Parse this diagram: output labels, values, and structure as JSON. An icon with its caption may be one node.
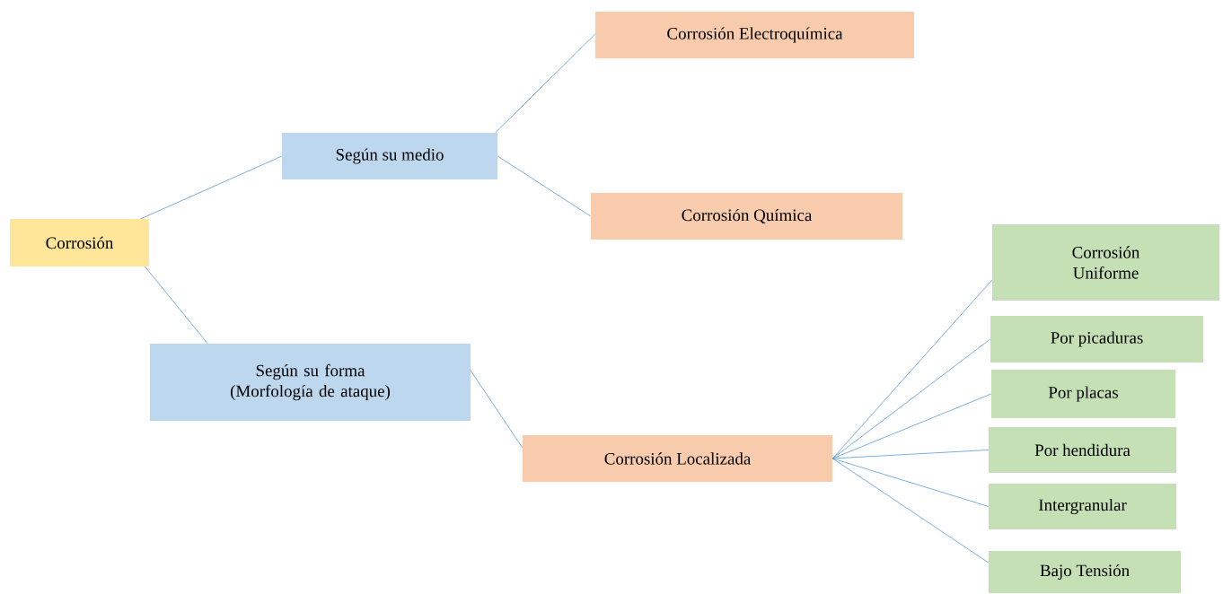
{
  "diagram": {
    "nodes": [
      {
        "text": [
          "Corrosión"
        ]
      },
      {
        "text": [
          "Según su medio"
        ]
      },
      {
        "text": [
          "Corrosión Electroquímica"
        ]
      },
      {
        "text": [
          "Corrosión Química"
        ]
      },
      {
        "text": [
          "Según su forma (Morfología de ataque)"
        ]
      },
      {
        "text": [
          "Corrosión Localizada"
        ]
      },
      {
        "text": [
          "Corrosión Uniforme"
        ]
      },
      {
        "text": [
          "Por picaduras"
        ]
      },
      {
        "text": [
          "Por placas"
        ]
      },
      {
        "text": [
          "Por hendidura"
        ]
      },
      {
        "text": [
          "Intergranular"
        ]
      },
      {
        "text": [
          "Bajo Tensión"
        ]
      }
    ],
    "edges": [
      {
        "from": 0,
        "to": 1,
        "arrow": "none"
      },
      {
        "from": 0,
        "to": 4,
        "arrow": "none"
      },
      {
        "from": 1,
        "to": 2,
        "arrow": "none"
      },
      {
        "from": 1,
        "to": 3,
        "arrow": "none"
      },
      {
        "from": 4,
        "to": 5,
        "arrow": "none"
      },
      {
        "from": 5,
        "to": 6,
        "arrow": "none"
      },
      {
        "from": 5,
        "to": 7,
        "arrow": "none"
      },
      {
        "from": 5,
        "to": 8,
        "arrow": "none"
      },
      {
        "from": 5,
        "to": 9,
        "arrow": "none"
      },
      {
        "from": 5,
        "to": 10,
        "arrow": "none"
      },
      {
        "from": 5,
        "to": 11,
        "arrow": "none"
      }
    ]
  }
}
